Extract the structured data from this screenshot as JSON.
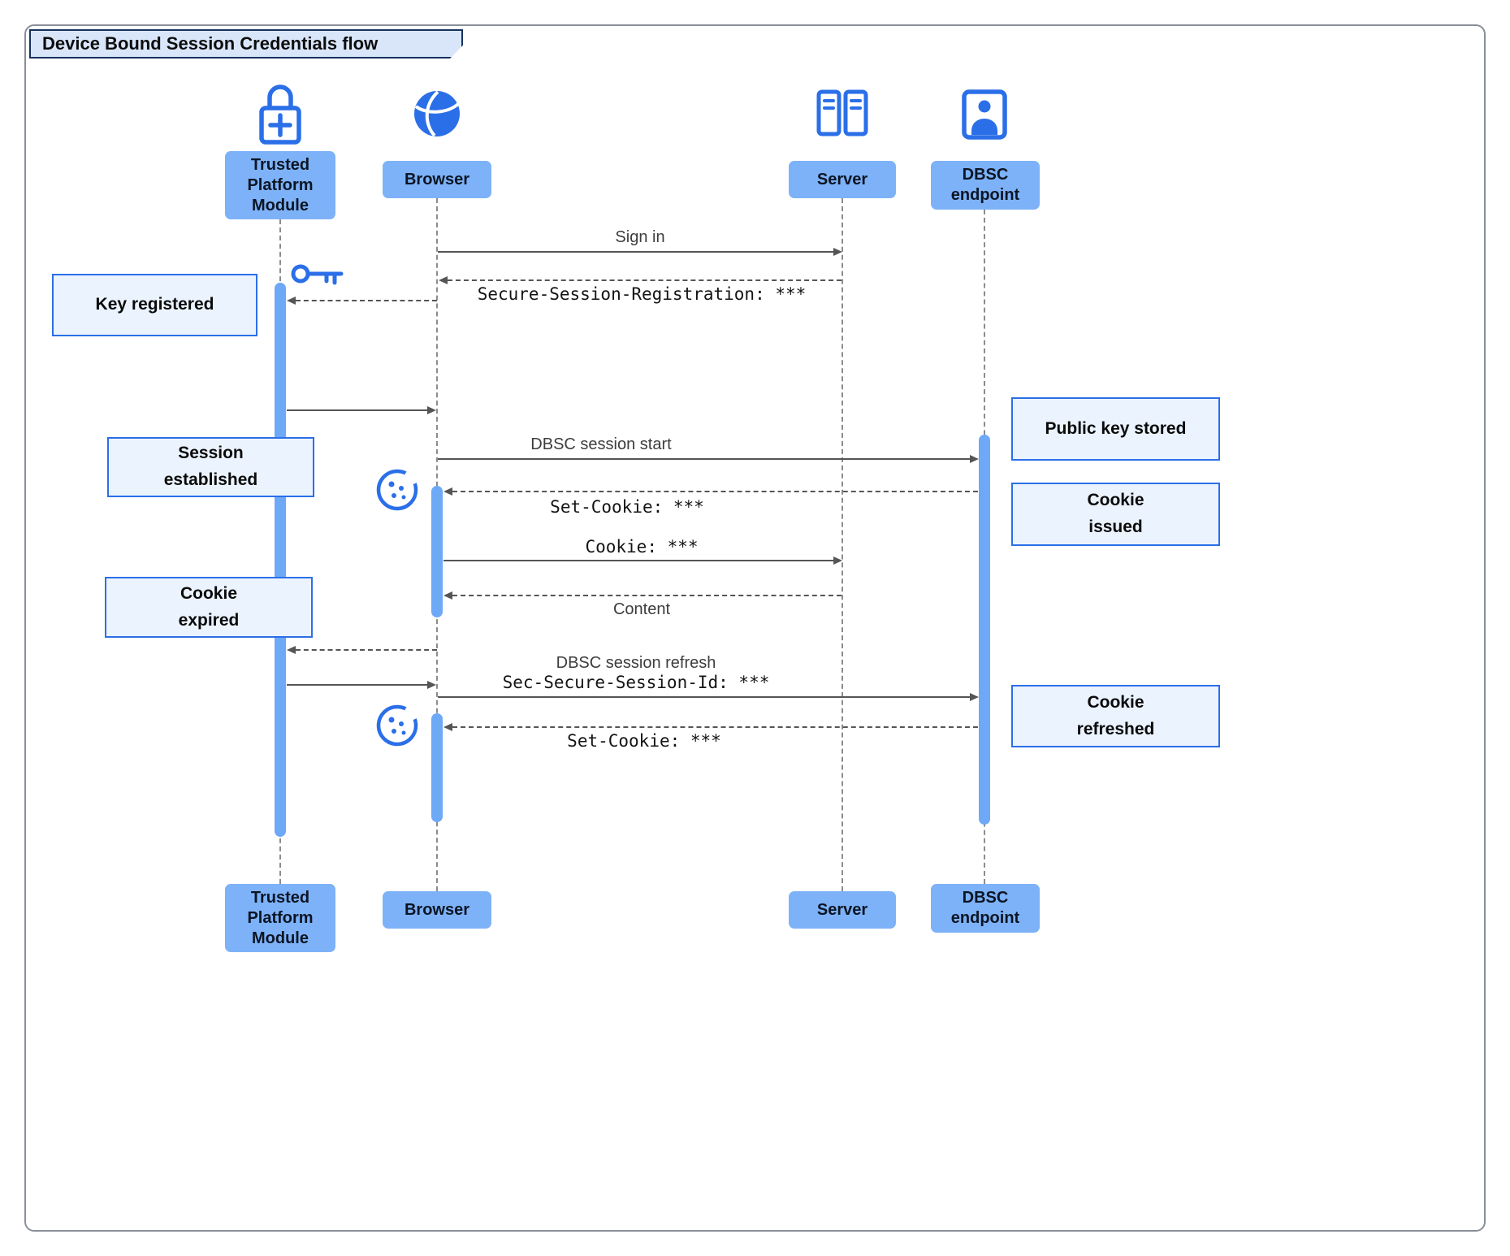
{
  "title": "Device Bound Session Credentials flow",
  "participants": {
    "tpm": "Trusted Platform Module",
    "browser": "Browser",
    "server": "Server",
    "dbsc": "DBSC endpoint"
  },
  "messages": {
    "sign_in": "Sign in",
    "secure_session_registration": "Secure-Session-Registration: ***",
    "dbsc_session_start": "DBSC session start",
    "set_cookie_issued": "Set-Cookie: ***",
    "cookie": "Cookie: ***",
    "content": "Content",
    "dbsc_session_refresh": "DBSC session refresh",
    "sec_secure_session_id": "Sec-Secure-Session-Id: ***",
    "set_cookie_refreshed": "Set-Cookie: ***"
  },
  "notes": {
    "key_registered": "Key registered",
    "public_key_stored": "Public key stored",
    "session_established": "Session established",
    "cookie_issued": "Cookie issued",
    "cookie_expired": "Cookie expired",
    "cookie_refreshed": "Cookie refreshed"
  },
  "colors": {
    "accent": "#2b6fe8",
    "participant_fill": "#7db2f8",
    "activation_fill": "#6ea9f8",
    "note_fill": "#ebf3fe",
    "note_border": "#2b6fe8",
    "arrow": "#555555",
    "lifeline": "#8c8c8c"
  }
}
